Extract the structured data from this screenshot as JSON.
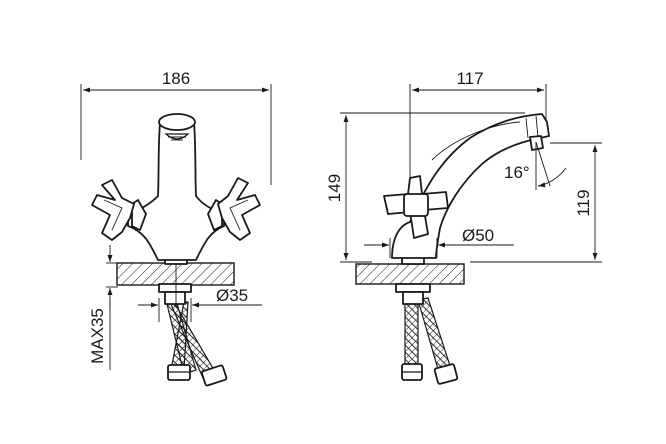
{
  "front_view": {
    "width_label": "186",
    "thread_diameter_label": "Ø35",
    "max_thickness_label": "MAX35"
  },
  "side_view": {
    "reach_label": "117",
    "height_label": "149",
    "spout_angle_label": "16°",
    "spout_height_label": "119",
    "base_diameter_label": "Ø50"
  }
}
